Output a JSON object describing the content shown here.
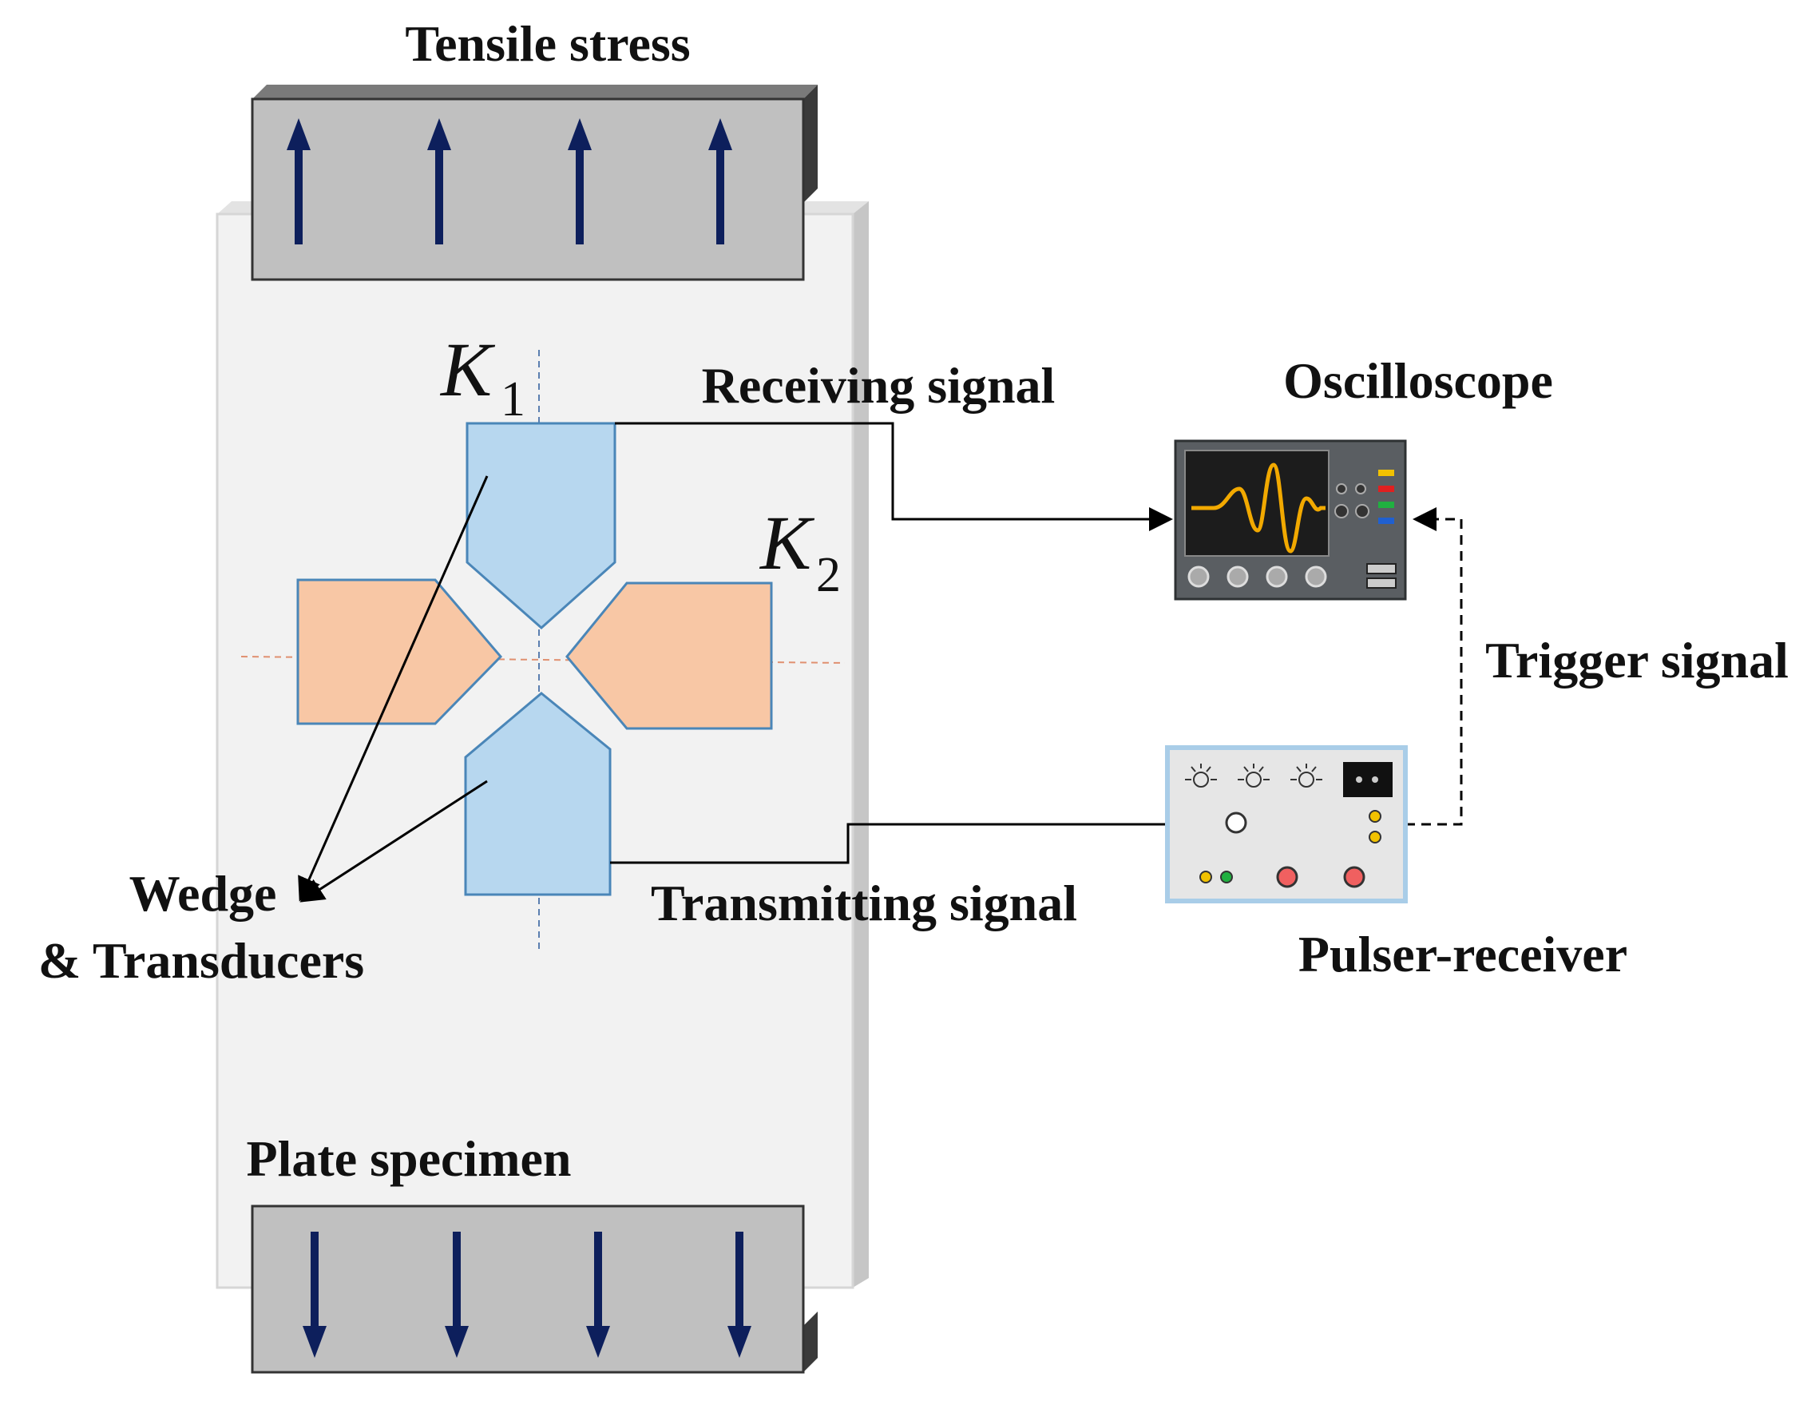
{
  "labels": {
    "tensile_stress": "Tensile stress",
    "receiving_signal": "Receiving signal",
    "oscilloscope": "Oscilloscope",
    "trigger_signal": "Trigger signal",
    "transmitting_signal": "Transmitting signal",
    "pulser_receiver": "Pulser-receiver",
    "wedge_line1": "Wedge",
    "wedge_line2": "& Transducers",
    "plate_specimen": "Plate specimen",
    "k1_symbol": "K",
    "k1_sub": "1",
    "k2_symbol": "K",
    "k2_sub": "2"
  },
  "colors": {
    "plate": "#f2f2f2",
    "plate_edge": "#c6c6c6",
    "clamp": "#c0c0c0",
    "arrow": "#0d1f5c",
    "wedge_blue": "#b7d7ef",
    "wedge_blue_stroke": "#4a86b8",
    "wedge_orange": "#f8c7a5",
    "wedge_orange_stroke": "#4a86b8",
    "scope_body": "#5a5e62",
    "scope_wave": "#f2a900",
    "pulser_frame": "#a9cde8"
  },
  "icons": {
    "up_arrows": "arrow-up-icon",
    "down_arrows": "arrow-down-icon",
    "oscilloscope": "oscilloscope-icon",
    "pulser_receiver": "pulser-receiver-icon"
  }
}
